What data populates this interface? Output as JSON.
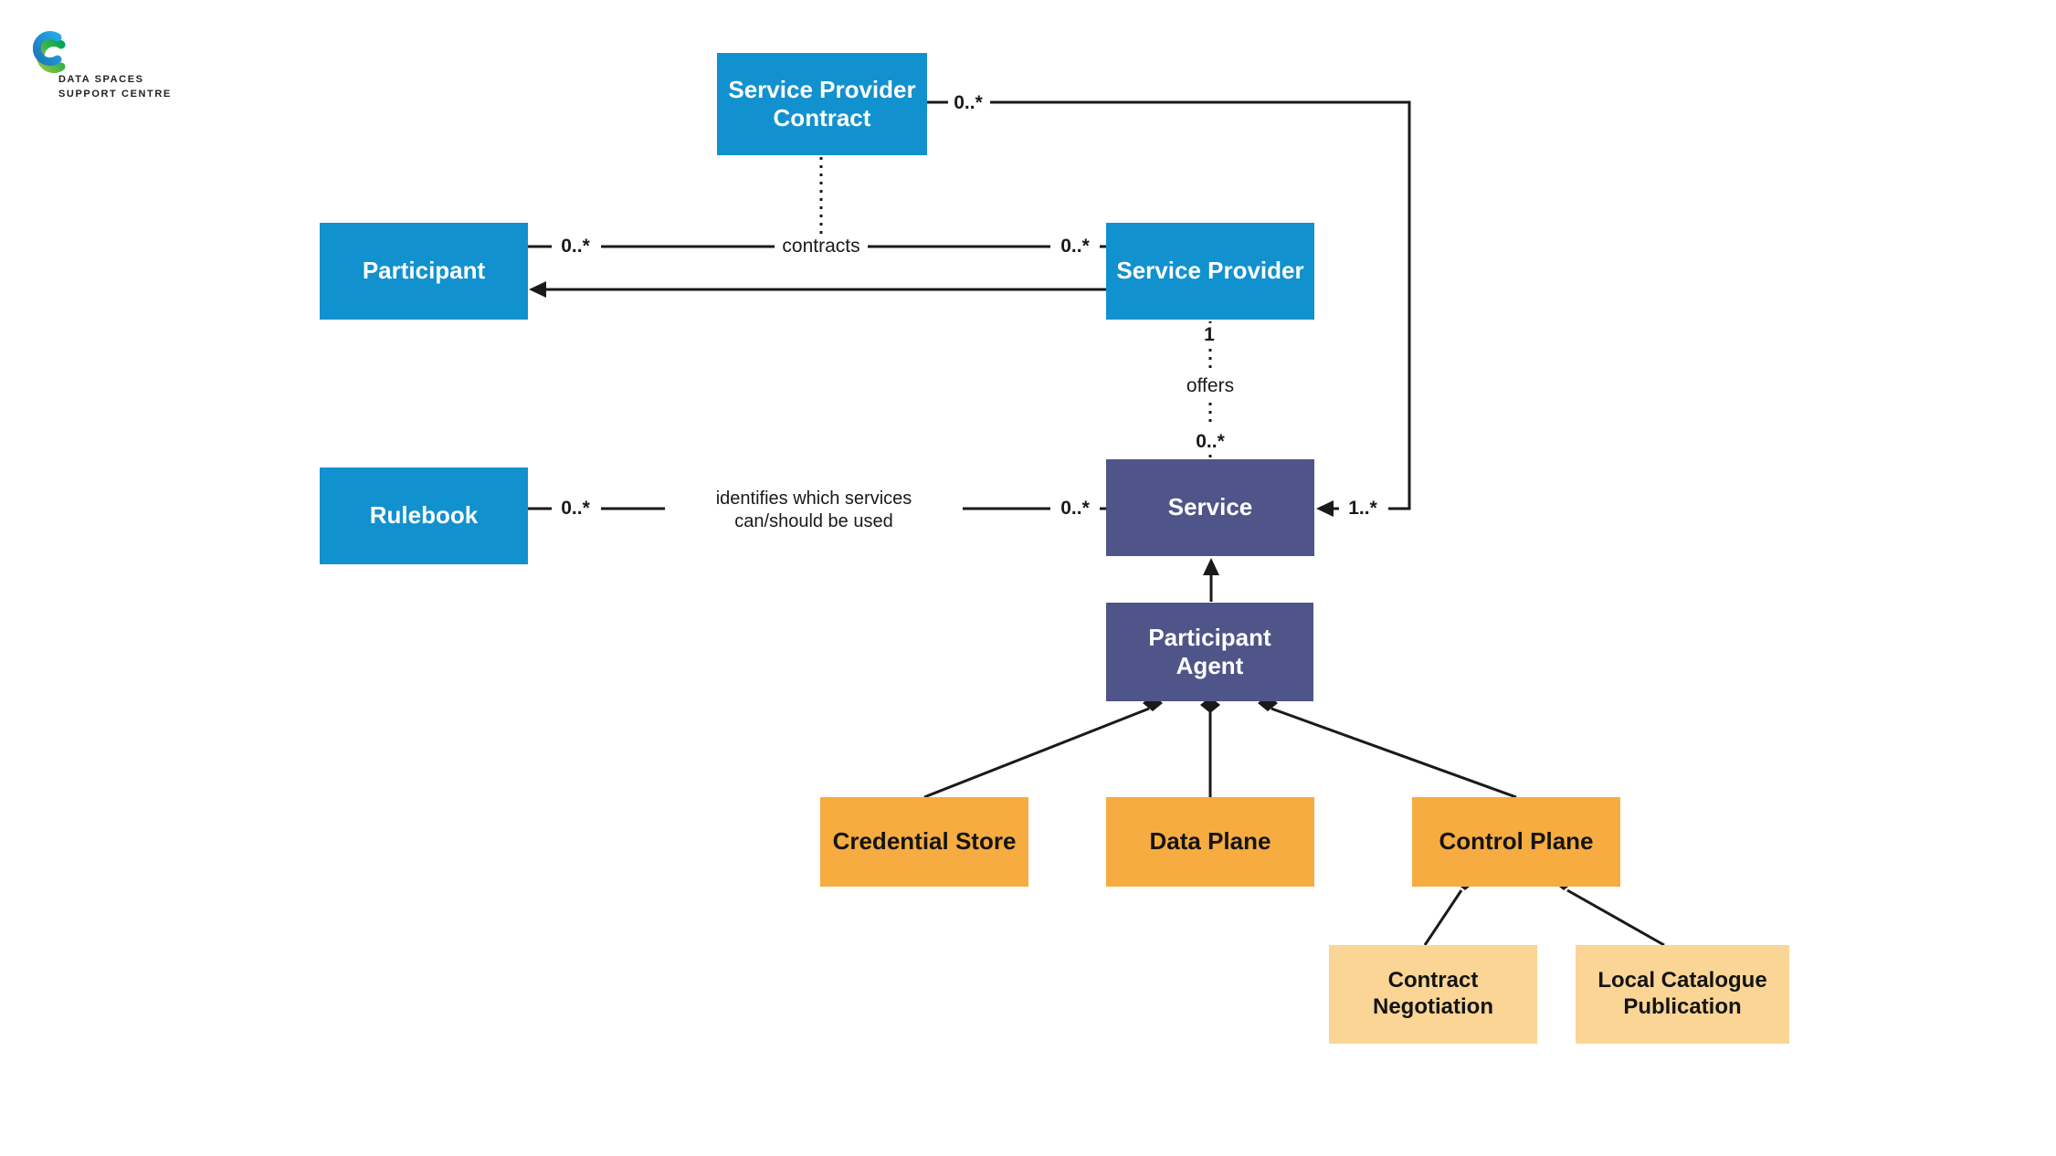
{
  "logo": {
    "wordmark": "DATA SPACES\nSUPPORT CENTRE"
  },
  "palette": {
    "entity_blue": "#1291CF",
    "entity_purple": "#4F5489",
    "component_orange": "#F6AC40",
    "subcomponent_peach": "#FAD595",
    "line_black": "#1A1A1A",
    "logo_green": "#8DC63F",
    "logo_dark_green": "#00A651",
    "logo_light_blue": "#27AAE1",
    "logo_dark_blue": "#1B75BB"
  },
  "nodes": {
    "service_provider_contract": {
      "label": "Service Provider\nContract"
    },
    "participant": {
      "label": "Participant"
    },
    "service_provider": {
      "label": "Service Provider"
    },
    "rulebook": {
      "label": "Rulebook"
    },
    "service": {
      "label": "Service"
    },
    "participant_agent": {
      "label": "Participant\nAgent"
    },
    "credential_store": {
      "label": "Credential Store"
    },
    "data_plane": {
      "label": "Data Plane"
    },
    "control_plane": {
      "label": "Control Plane"
    },
    "contract_negotiation": {
      "label": "Contract\nNegotiation"
    },
    "local_catalogue_publication": {
      "label": "Local Catalogue\nPublication"
    }
  },
  "edges": {
    "spc_service": {
      "spc_mult": "0..*",
      "service_mult": "1..*"
    },
    "contracts": {
      "label": "contracts",
      "participant_mult": "0..*",
      "provider_mult": "0..*"
    },
    "offers": {
      "label": "offers",
      "provider_mult": "1",
      "service_mult": "0..*"
    },
    "rulebook_service": {
      "note": "identifies which services\ncan/should be used",
      "rulebook_mult": "0..*",
      "service_mult": "0..*"
    }
  }
}
